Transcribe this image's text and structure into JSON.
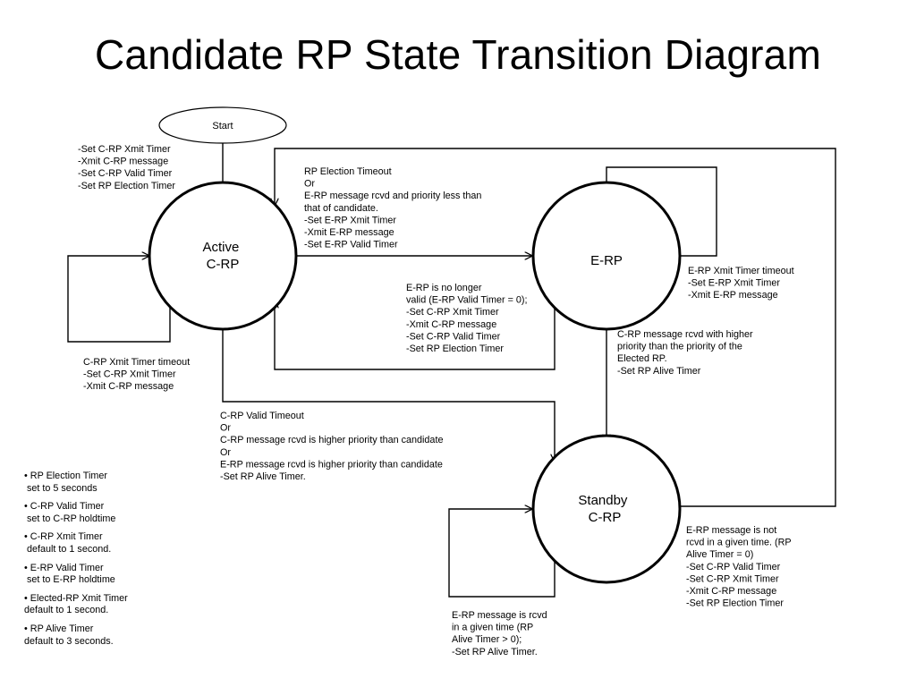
{
  "title": "Candidate RP State Transition Diagram",
  "start_label": "Start",
  "states": {
    "active": [
      "Active",
      "C-RP"
    ],
    "erp": [
      "E-RP"
    ],
    "standby": [
      "Standby",
      "C-RP"
    ]
  },
  "labels": {
    "start_to_active": [
      "-Set C-RP Xmit Timer",
      "-Xmit C-RP message",
      "-Set C-RP Valid Timer",
      "-Set RP Election Timer"
    ],
    "active_to_erp": [
      "RP Election Timeout",
      "Or",
      "E-RP message rcvd and priority less than",
      "that of candidate.",
      "-Set  E-RP Xmit Timer",
      "-Xmit E-RP message",
      "-Set E-RP Valid Timer"
    ],
    "erp_to_active": [
      "E-RP is no longer",
      "valid  (E-RP Valid Timer = 0);",
      "-Set C-RP Xmit Timer",
      "-Xmit C-RP message",
      "-Set C-RP Valid Timer",
      "-Set RP Election Timer"
    ],
    "erp_self": [
      "E-RP Xmit Timer timeout",
      "-Set E-RP  Xmit Timer",
      "-Xmit E-RP message"
    ],
    "erp_to_standby": [
      "C-RP message rcvd with higher",
      "priority than the priority of the",
      "Elected RP.",
      "-Set RP Alive Timer"
    ],
    "active_self": [
      "C-RP Xmit Timer timeout",
      "-Set C-RP  Xmit Timer",
      "-Xmit C-RP message"
    ],
    "active_to_standby": [
      "C-RP Valid Timeout",
      "Or",
      "C-RP message rcvd is higher priority than candidate",
      "Or",
      "E-RP message rcvd  is higher priority than candidate",
      "-Set RP Alive Timer."
    ],
    "standby_to_active": [
      "E-RP message is not",
      "rcvd in a given time. (RP",
      "Alive Timer = 0)",
      "-Set C-RP Valid Timer",
      "-Set C-RP Xmit Timer",
      "-Xmit C-RP message",
      "-Set RP Election Timer"
    ],
    "standby_self": [
      "E-RP message is rcvd",
      "in a given time (RP",
      "Alive Timer > 0);",
      "-Set RP Alive Timer."
    ]
  },
  "notes": [
    [
      "• RP Election Timer",
      " set to 5 seconds"
    ],
    [
      "• C-RP Valid Timer",
      " set to C-RP holdtime"
    ],
    [
      "• C-RP Xmit Timer",
      " default to 1 second."
    ],
    [
      "• E-RP Valid Timer",
      " set to E-RP holdtime"
    ],
    [
      "• Elected-RP Xmit Timer",
      "default to 1 second."
    ],
    [
      "• RP Alive Timer",
      "default to 3 seconds."
    ]
  ]
}
